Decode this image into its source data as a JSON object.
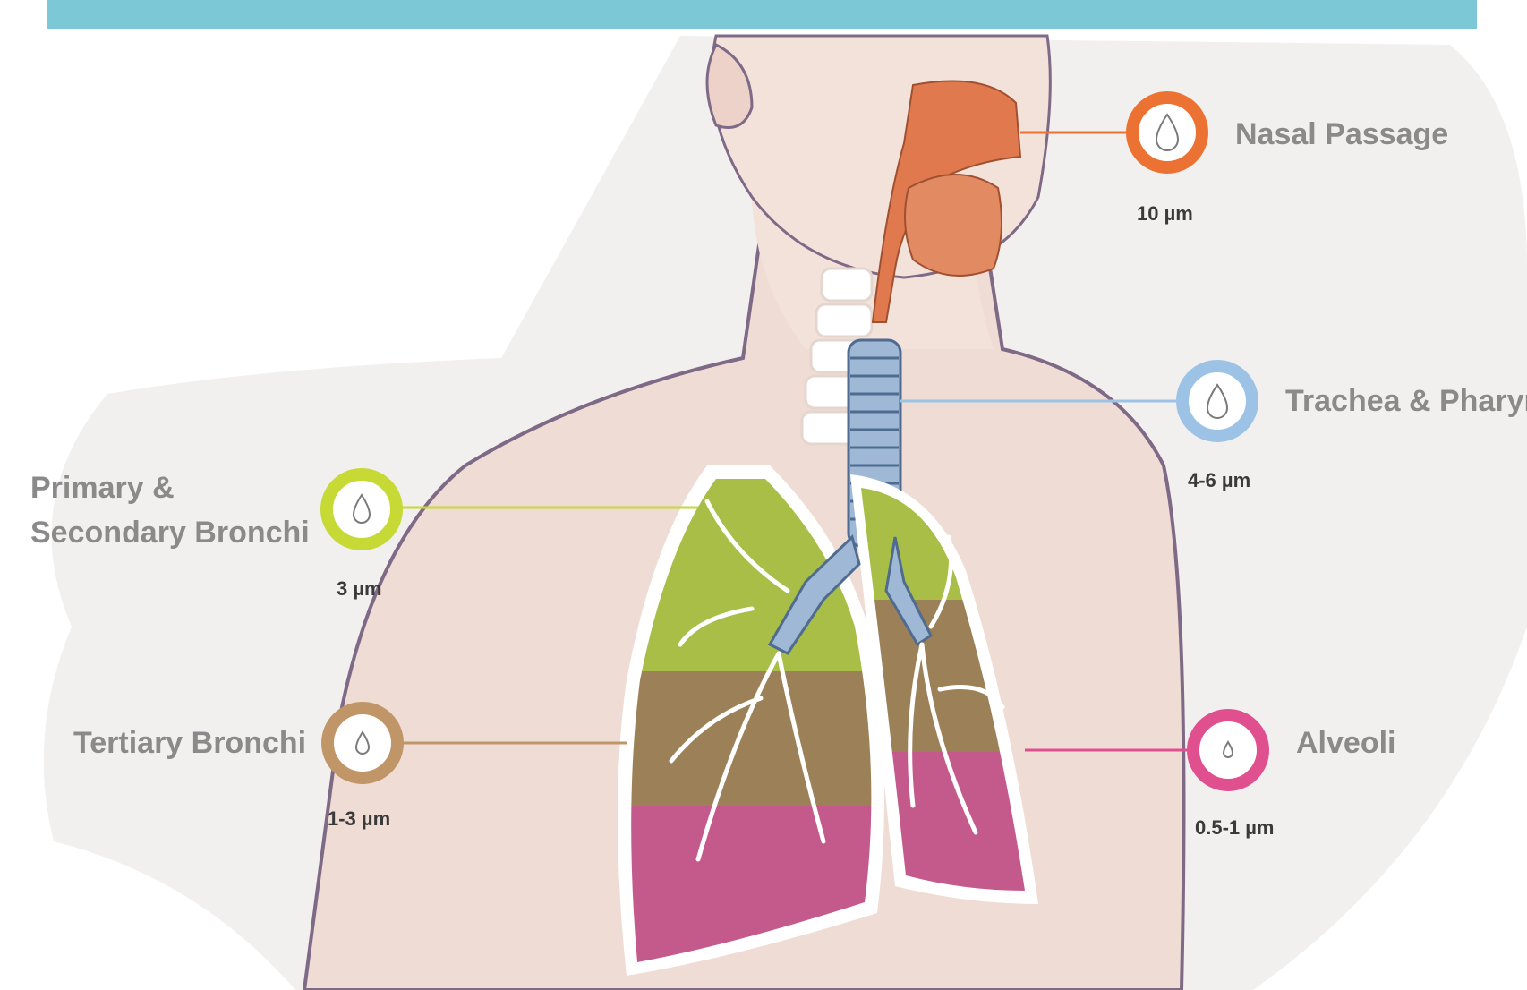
{
  "regions": [
    {
      "id": "nasal",
      "name": "Nasal Passage",
      "size": "10 µm",
      "color": "#ec7233",
      "icon": "droplet-icon"
    },
    {
      "id": "trachea",
      "name": "Trachea & Pharynx",
      "size": "4-6 µm",
      "color": "#9cc3e6",
      "icon": "droplet-icon"
    },
    {
      "id": "primary",
      "name_line1": "Primary &",
      "name_line2": "Secondary Bronchi",
      "size": "3 µm",
      "color": "#c6d935",
      "icon": "droplet-icon"
    },
    {
      "id": "tertiary",
      "name": "Tertiary Bronchi",
      "size": "1-3 µm",
      "color": "#c09567",
      "icon": "droplet-icon"
    },
    {
      "id": "alveoli",
      "name": "Alveoli",
      "size": "0.5-1 µm",
      "color": "#e0508f",
      "icon": "droplet-icon"
    }
  ],
  "band_color": "#7cc8d6"
}
